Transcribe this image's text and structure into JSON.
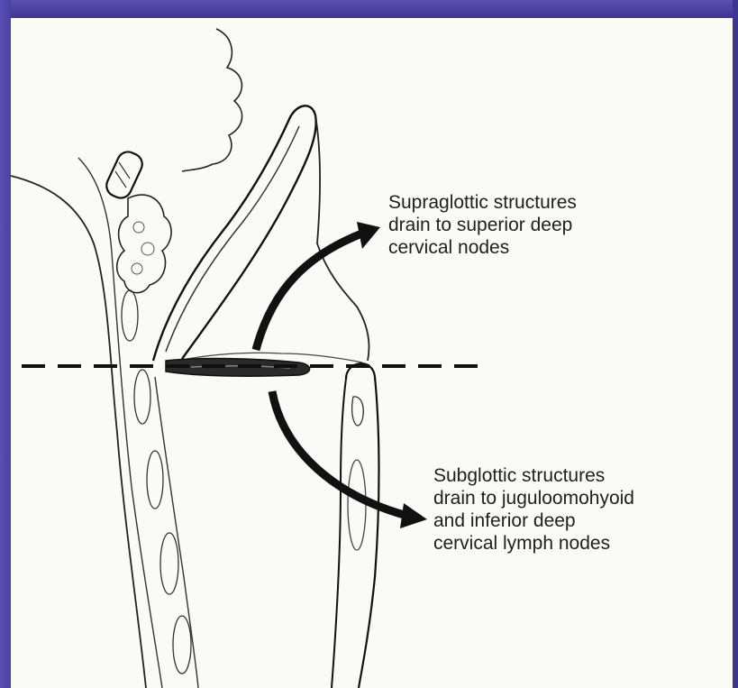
{
  "labels": {
    "supraglottic": [
      "Supraglottic structures",
      "drain to superior deep",
      "cervical nodes"
    ],
    "subglottic": [
      "Subglottic structures",
      "drain to juguloomohyoid",
      "and inferior deep",
      "cervical lymph nodes"
    ]
  },
  "colors": {
    "frame": "#4a3f9a",
    "paper": "#fafaf7",
    "ink": "#111111"
  }
}
